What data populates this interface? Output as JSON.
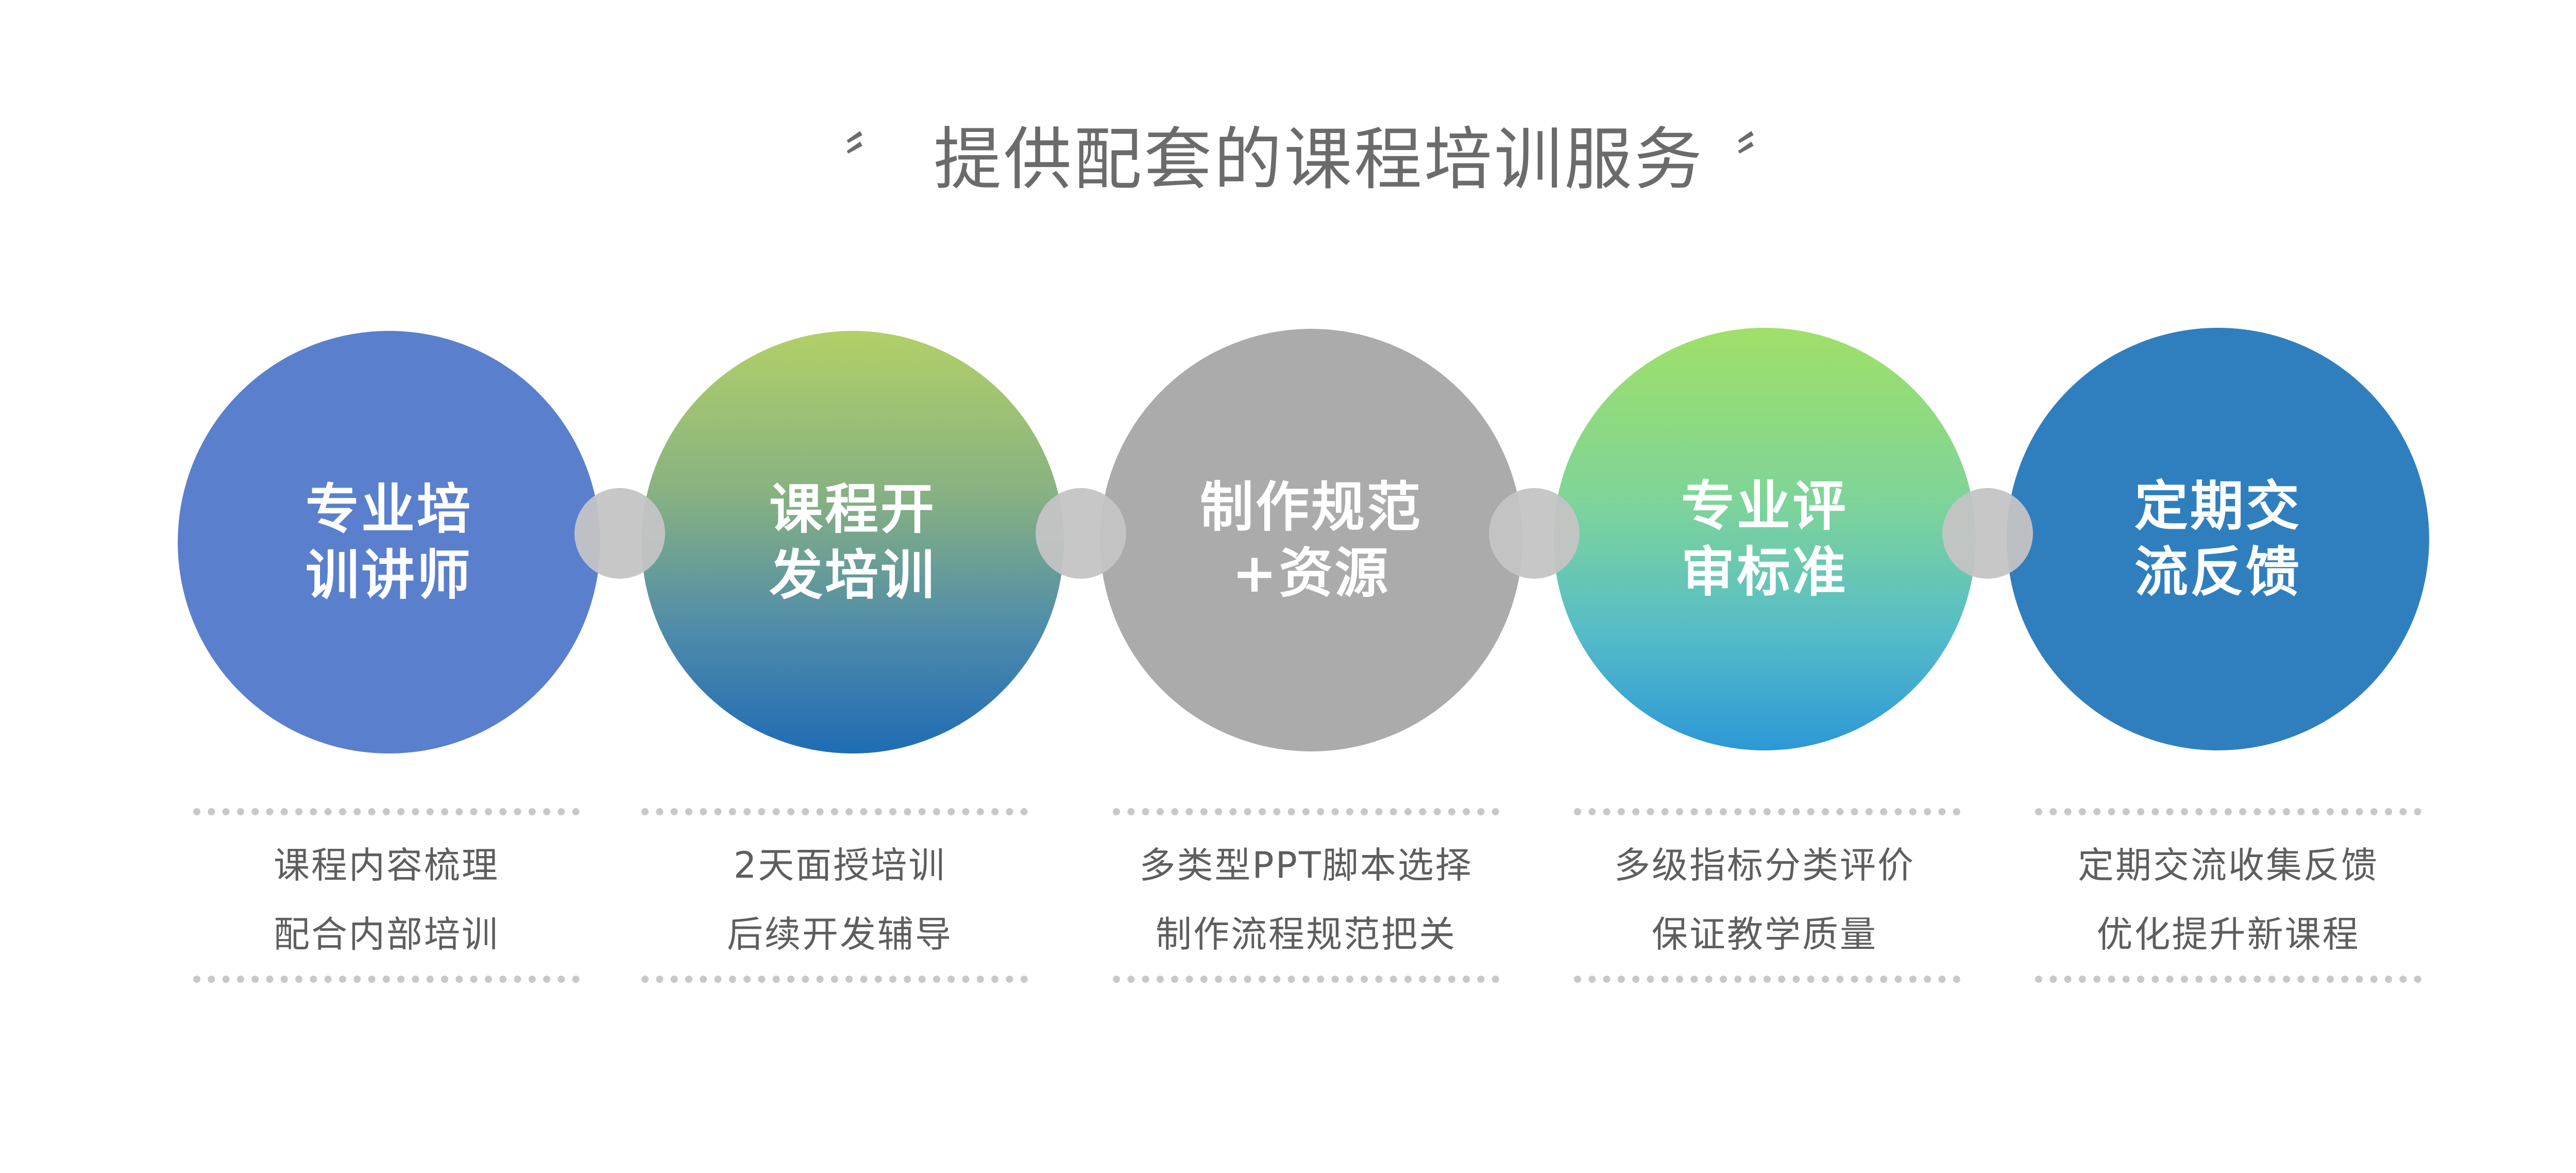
{
  "title": {
    "open_quote": "〞",
    "text": "提供配套的课程培训服务",
    "close_quote": "〞"
  },
  "steps": [
    {
      "label": "专业培\n训讲师",
      "lines": [
        "课程内容梳理",
        "配合内部培训"
      ]
    },
    {
      "label": "课程开\n发培训",
      "lines": [
        "2天面授培训",
        "后续开发辅导"
      ]
    },
    {
      "label": "制作规范\n+资源",
      "lines": [
        "多类型PPT脚本选择",
        "制作流程规范把关"
      ]
    },
    {
      "label": "专业评\n审标准",
      "lines": [
        "多级指标分类评价",
        "保证教学质量"
      ]
    },
    {
      "label": "定期交\n流反馈",
      "lines": [
        "定期交流收集反馈",
        "优化提升新课程"
      ]
    }
  ],
  "colors": {
    "step1": "#5a7fcd",
    "step2_gradient": [
      "#b2d068",
      "#1f6cb4"
    ],
    "step3": "#ababab",
    "step4_gradient": [
      "#a0e068",
      "#2c98d6"
    ],
    "step5": "#2f7fbf",
    "connector": "#c4c4c4",
    "title_text": "#6b6b6b",
    "description_text": "#5e5e5e"
  }
}
